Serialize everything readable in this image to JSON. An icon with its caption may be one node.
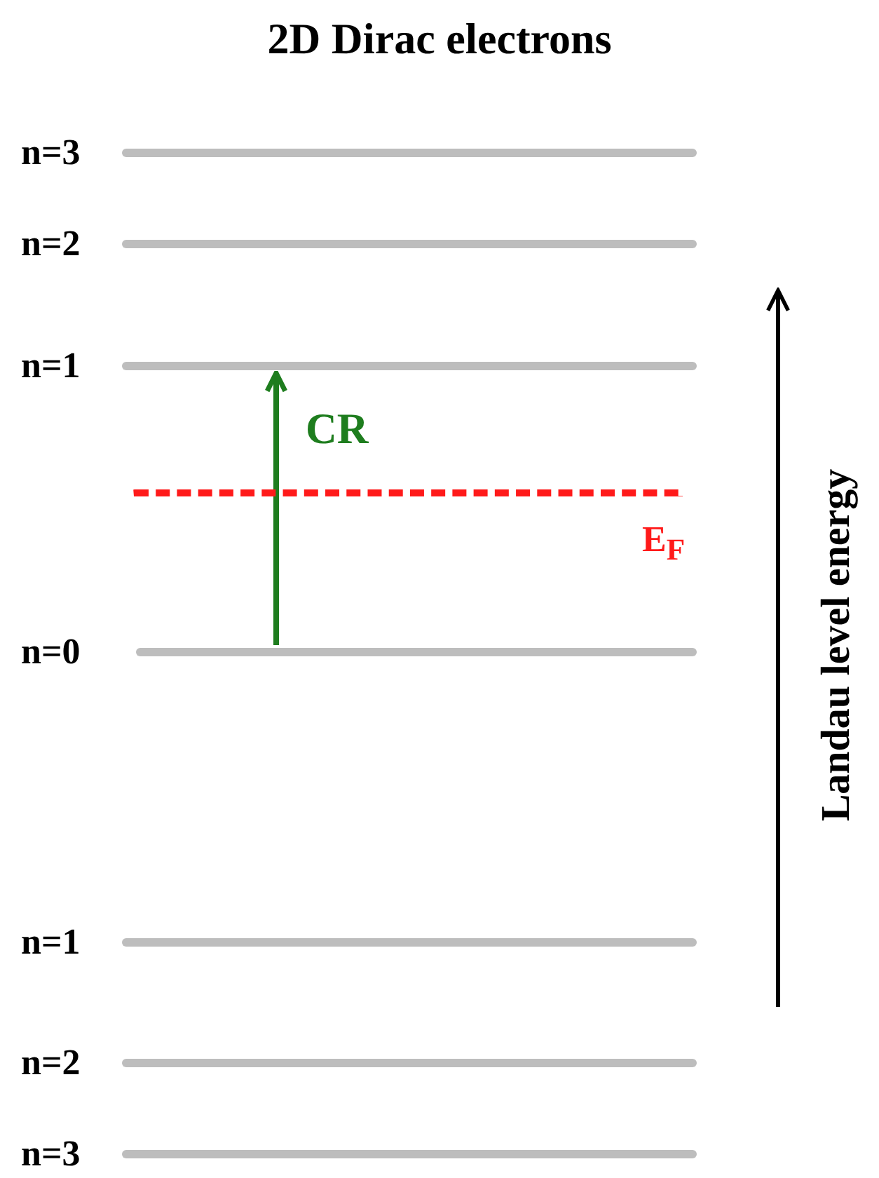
{
  "diagram": {
    "title": "2D Dirac electrons",
    "nodes": [
      {
        "text": [],
        "shape": "bar",
        "beside": [
          "n=3"
        ]
      },
      {
        "text": [],
        "shape": "bar",
        "beside": [
          "n=2"
        ]
      },
      {
        "text": [],
        "shape": "bar",
        "beside": [
          "n=1"
        ]
      },
      {
        "text": [],
        "shape": "bar",
        "beside": [
          "E$_{F}$"
        ]
      },
      {
        "text": [],
        "shape": "bar",
        "beside": [
          "n=0"
        ]
      },
      {
        "text": [],
        "shape": "bar",
        "beside": [
          "n=1"
        ]
      },
      {
        "text": [],
        "shape": "bar",
        "beside": [
          "n=2"
        ]
      },
      {
        "text": [],
        "shape": "bar",
        "beside": [
          "n=3"
        ]
      }
    ],
    "edges": [
      {
        "from": 4,
        "to": 2,
        "arrow": "to",
        "label": "CR",
        "color": "#1e7d1e"
      }
    ],
    "labels": [
      "Landau level energy"
    ]
  }
}
